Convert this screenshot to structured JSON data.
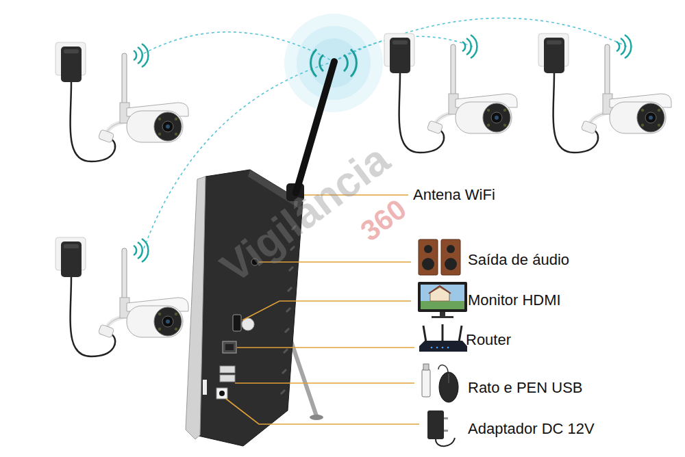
{
  "diagram": {
    "labels": [
      "Antena WiFi",
      "Saída de áudio",
      "Monitor HDMI",
      "Router",
      "Rato e PEN USB",
      "Adaptador DC 12V",
      "Vigilância",
      "360"
    ]
  }
}
